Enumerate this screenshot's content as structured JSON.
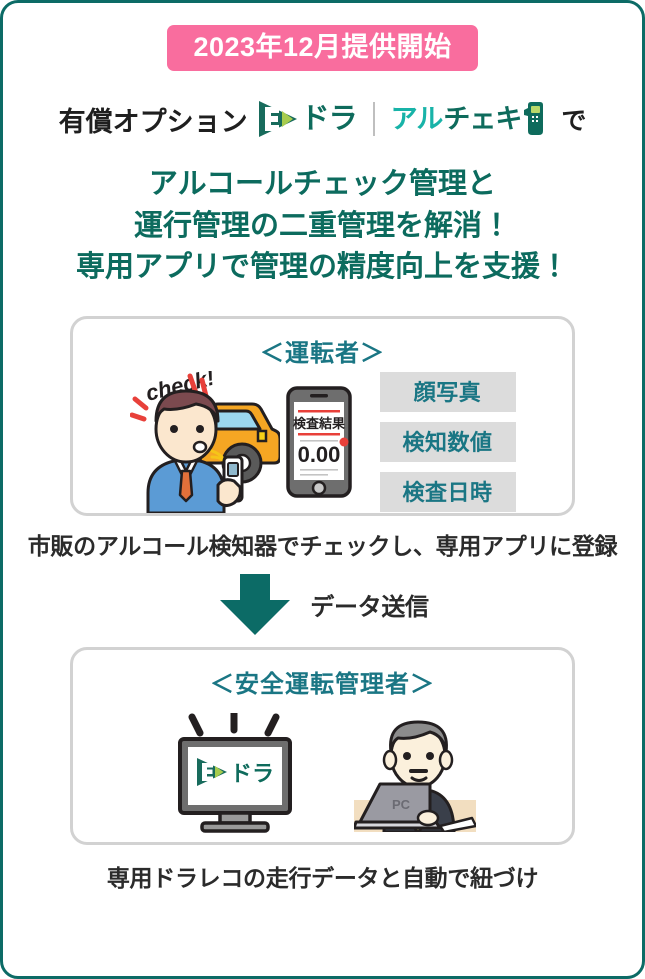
{
  "badge": {
    "text": "2023年12月提供開始",
    "bg_color": "#F96D9E",
    "text_color": "#FFFFFF"
  },
  "option_line": {
    "prefix": "有償オプション",
    "suffix": "で",
    "logo_fdora": {
      "name": "Fドラ",
      "mark_label": "F",
      "text": "ドラ",
      "color": "#0E6B5C",
      "accent_color": "#A7CC4E"
    },
    "logo_archeki": {
      "name": "アルチェキ",
      "part1": "アル",
      "part2": "チェキ",
      "part1_color": "#18B3A8",
      "part2_color": "#0E6B5C",
      "device_icon": "breathalyzer-icon"
    }
  },
  "headline": {
    "color": "#0C6B5E",
    "lines": [
      "アルコールチェック管理と",
      "運行管理の二重管理を解消！",
      "専用アプリで管理の精度向上を支援！"
    ]
  },
  "driver_card": {
    "title": "＜運転者＞",
    "title_color": "#1A7684",
    "illustration": {
      "callout": "check!",
      "character": "driver-blowing-into-breathalyzer",
      "vehicle": "yellow-car-icon"
    },
    "phone": {
      "screen_title": "検査結果",
      "reading": "0.00",
      "accent_color": "#E8403A"
    },
    "tags": [
      "顔写真",
      "検知数値",
      "検査日時"
    ],
    "tag_bg": "#DCDCDC",
    "tag_text_color": "#1A7684"
  },
  "driver_caption": "市販のアルコール検知器でチェックし、専用アプリに登録",
  "transfer": {
    "label": "データ送信",
    "arrow_color": "#0C6B66",
    "arrow_direction": "down"
  },
  "manager_card": {
    "title": "＜安全運転管理者＞",
    "title_color": "#1A7684",
    "monitor": {
      "logo_mark": "F",
      "logo_text": "ドラ"
    },
    "person": {
      "label": "PC",
      "character": "safety-manager-at-laptop"
    }
  },
  "manager_caption": "専用ドラレコの走行データと自動で紐づけ",
  "page": {
    "border_color": "#0C6B66",
    "background": "#FFFFFF"
  }
}
